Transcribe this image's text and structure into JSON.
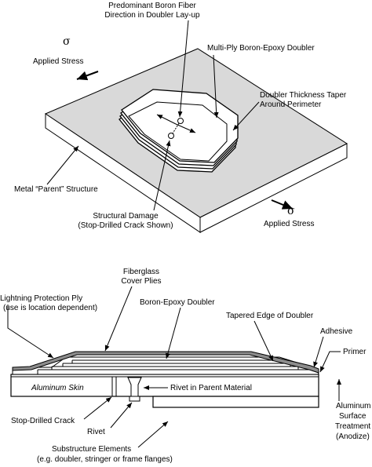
{
  "top_diagram": {
    "fiber_direction_label_1": "Predominant Boron Fiber",
    "fiber_direction_label_2": "Direction in Doubler Lay-up",
    "doubler_label": "Multi-Ply Boron-Epoxy Doubler",
    "taper_label_1": "Doubler Thickness Taper",
    "taper_label_2": "Around Perimeter",
    "stress_symbol": "σ",
    "applied_stress_label": "Applied Stress",
    "parent_structure_label": "Metal “Parent” Structure",
    "damage_label_1": "Structural Damage",
    "damage_label_2": "(Stop-Drilled Crack Shown)"
  },
  "bottom_diagram": {
    "cover_plies_label_1": "Fiberglass",
    "cover_plies_label_2": "Cover Plies",
    "lightning_label_1": "Lightning Protection Ply",
    "lightning_label_2": "(use is location dependent)",
    "doubler_label": "Boron-Epoxy Doubler",
    "tapered_edge_label": "Tapered Edge of Doubler",
    "adhesive_label": "Adhesive",
    "primer_label": "Primer",
    "skin_label": "Aluminum Skin",
    "rivet_parent_label": "Rivet in Parent Material",
    "surface_treatment_label_1": "Aluminum",
    "surface_treatment_label_2": "Surface",
    "surface_treatment_label_3": "Treatment",
    "surface_treatment_label_4": "(Anodize)",
    "crack_label": "Stop-Drilled Crack",
    "rivet_label": "Rivet",
    "substructure_label_1": "Substructure Elements",
    "substructure_label_2": "(e.g. doubler, stringer or frame flanges)"
  },
  "colors": {
    "ink": "#000000",
    "plate_top": "#d9d9d9",
    "doubler_fill": "#ffffff",
    "cover_ply": "#8c8c8c"
  }
}
